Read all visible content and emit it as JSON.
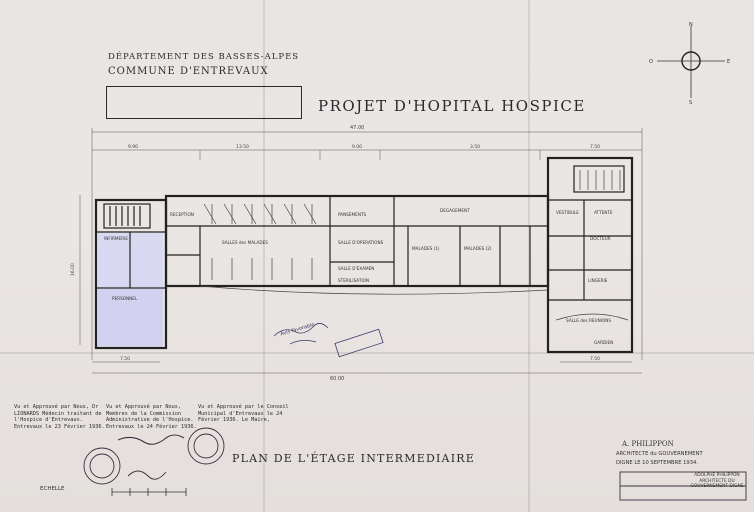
{
  "header": {
    "departement": "DÉPARTEMENT DES BASSES-ALPES",
    "commune": "COMMUNE D'ENTREVAUX",
    "projet": "PROJET D'HOPITAL HOSPICE"
  },
  "plan_title": "PLAN DE L'ÉTAGE INTERMEDIAIRE",
  "compass": {
    "north": "N",
    "east": "E",
    "west": "O",
    "south": "S"
  },
  "dimensions": {
    "overall": "47.00",
    "bottom_overall": "60.00",
    "left_height": "16.00",
    "seg1": "9.90",
    "seg2": "13.50",
    "seg3": "9.00",
    "seg4": "3.50",
    "seg5": "7.50",
    "bottom_left": "7.50",
    "bottom_right": "7.50"
  },
  "rooms": {
    "salle_malades": "SALLES des MALADES",
    "salle_operations": "SALLE D'OPERATIONS",
    "salle_examen": "SALLE D'EXAMEN",
    "sterilisation": "STERILISATION",
    "pansements": "PANSEMENTS",
    "degagement": "DEGAGEMENT",
    "reception": "RECEPTION",
    "infirmerie": "INFIRMERIE",
    "personnel": "PERSONNEL",
    "salle_reunions": "SALLE des REUNIONS",
    "docteur": "DOCTEUR",
    "attente": "ATTENTE",
    "lingerie": "LINGERIE",
    "vestibule": "VESTIBULE",
    "gardien": "GARDIEN",
    "malades_1": "MALADES (1)",
    "malades_2": "MALADES (2)"
  },
  "approvals": [
    "Vu et Approuvé par Nous, Dr LIONARDS Médecin traitant de l'Hospice d'Entrevaux. Entrevaux le 23 Février 1936.",
    "Vu et Approuvé par Nous, Membres de la Commission Administrative de l'Hospice. Entrevaux le 24 Février 1936.",
    "Vu et Approuvé par le Conseil Municipal d'Entrevaux le 24 Février 1936. Le Maire,"
  ],
  "architect": {
    "name": "A. PHILIPPON",
    "title": "ARCHITECTE du GOUVERNEMENT",
    "date": "DIGNE LE 10 SEPTEMBRE 1934.",
    "stamp": "ADOLPHE PHILIPPON ARCHITECTE DU GOUVERNEMENT DIGNE"
  },
  "echelle": "ECHELLE",
  "annotation": "Avis favorable"
}
